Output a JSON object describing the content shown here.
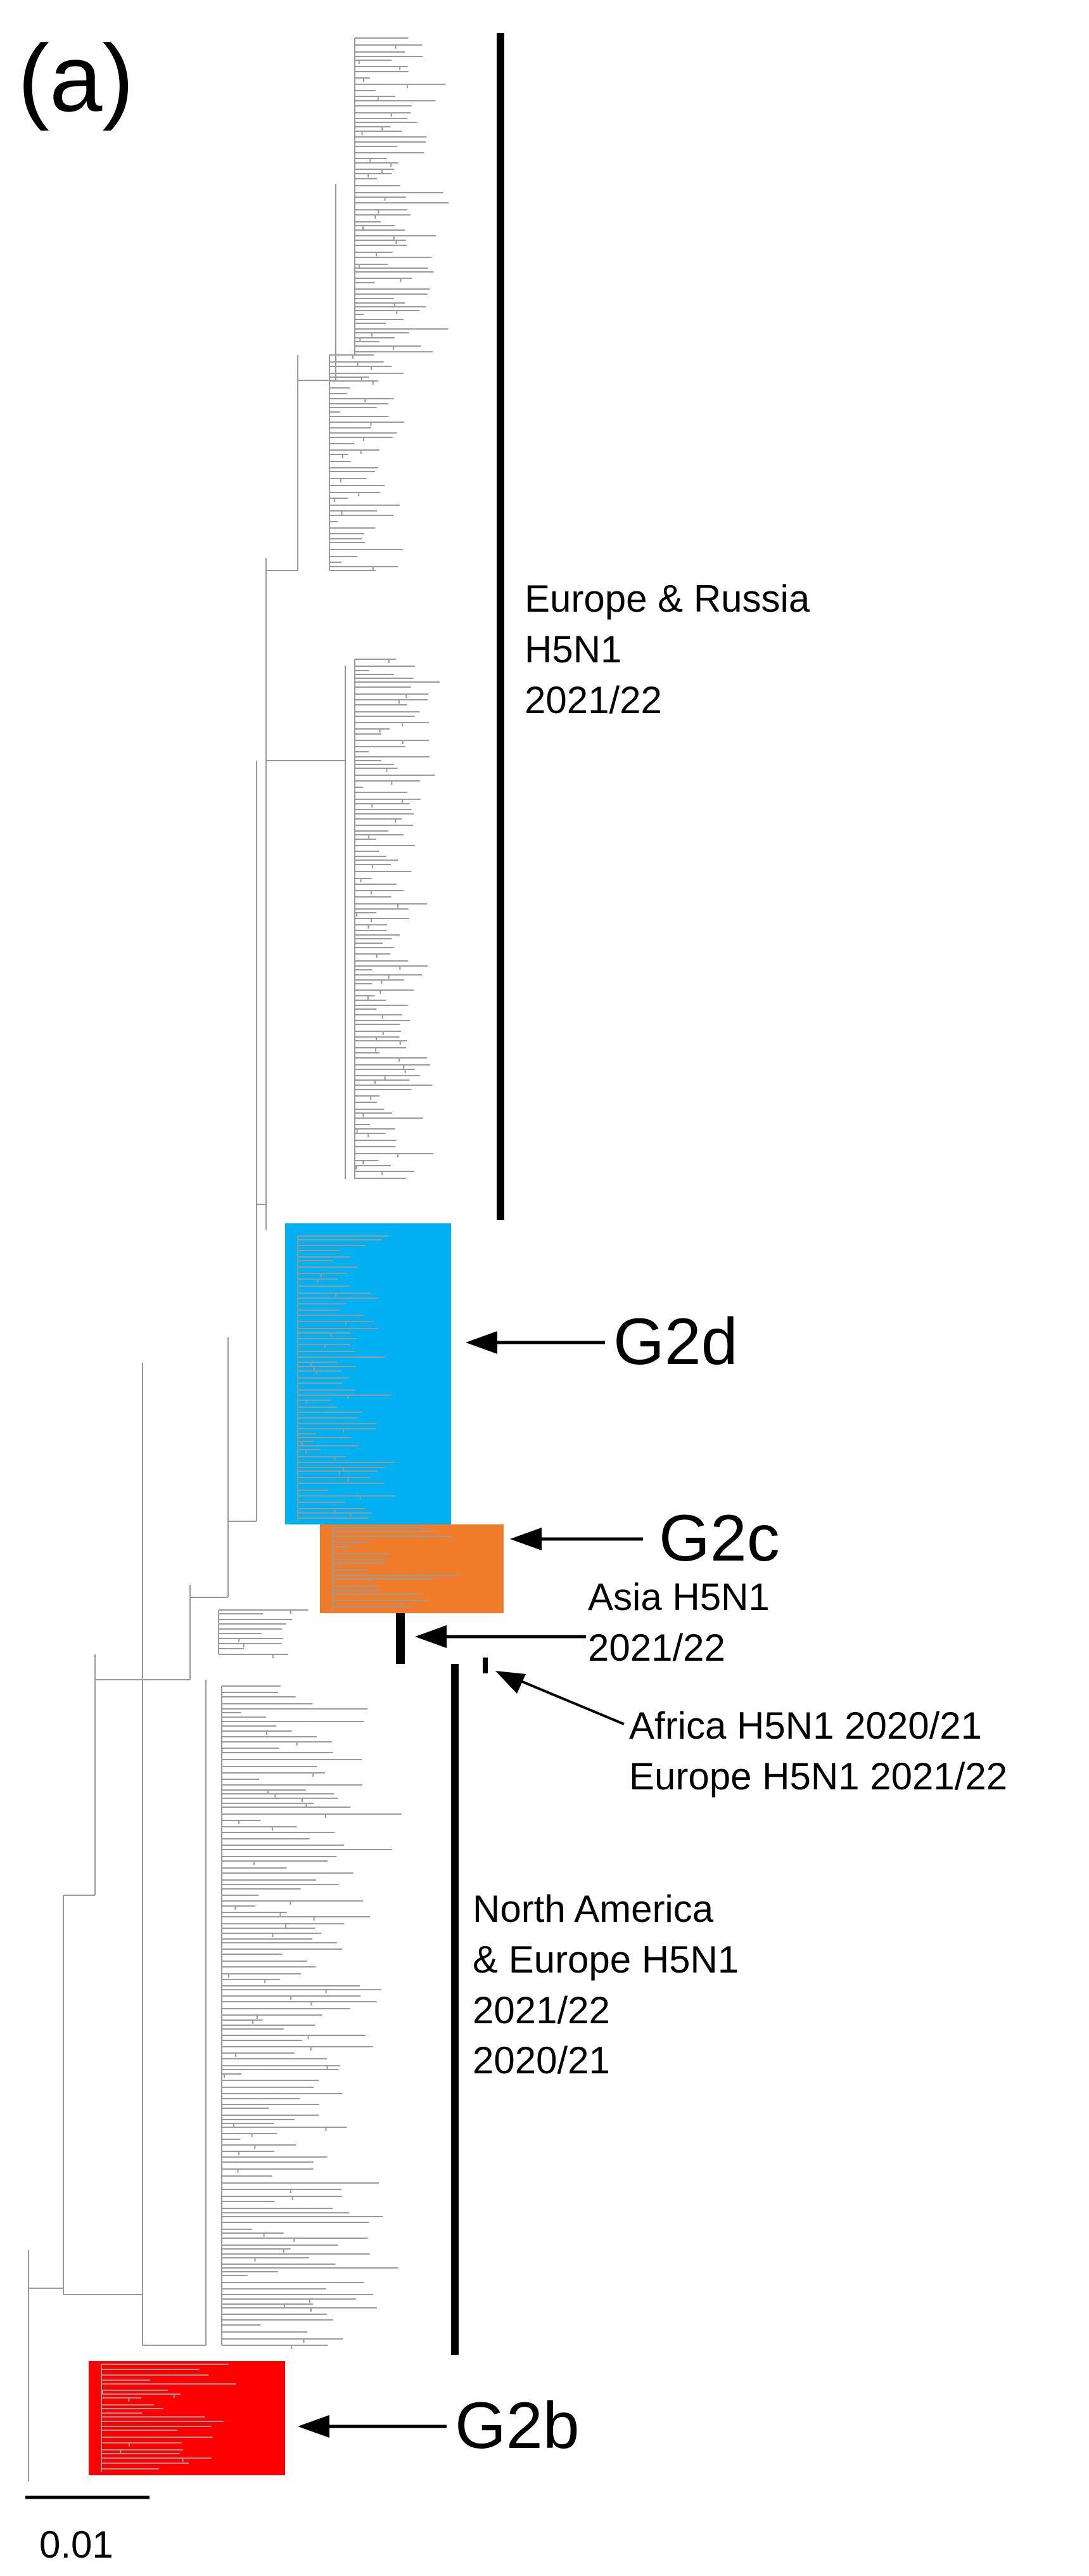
{
  "panel": {
    "letter": "(a)"
  },
  "regions": [
    {
      "id": "europe-russia",
      "label": "Europe & Russia\nH5N1\n2021/22"
    },
    {
      "id": "asia",
      "label": "Asia H5N1\n2021/22"
    },
    {
      "id": "africa-europe",
      "label": "Africa H5N1 2020/21\nEurope H5N1 2021/22"
    },
    {
      "id": "north-america-europe",
      "label": "North America\n& Europe H5N1\n2021/22\n2020/21"
    }
  ],
  "genotypes": [
    {
      "id": "G2d",
      "label": "G2d",
      "color": "#00b0f0"
    },
    {
      "id": "G2c",
      "label": "G2c",
      "color": "#f07c2a"
    },
    {
      "id": "G2b",
      "label": "G2b",
      "color": "#ff0000"
    }
  ],
  "scale_bar": {
    "label": "0.01"
  },
  "colors": {
    "branch": "#9a9a9a",
    "bar": "#000000",
    "text": "#000000"
  }
}
